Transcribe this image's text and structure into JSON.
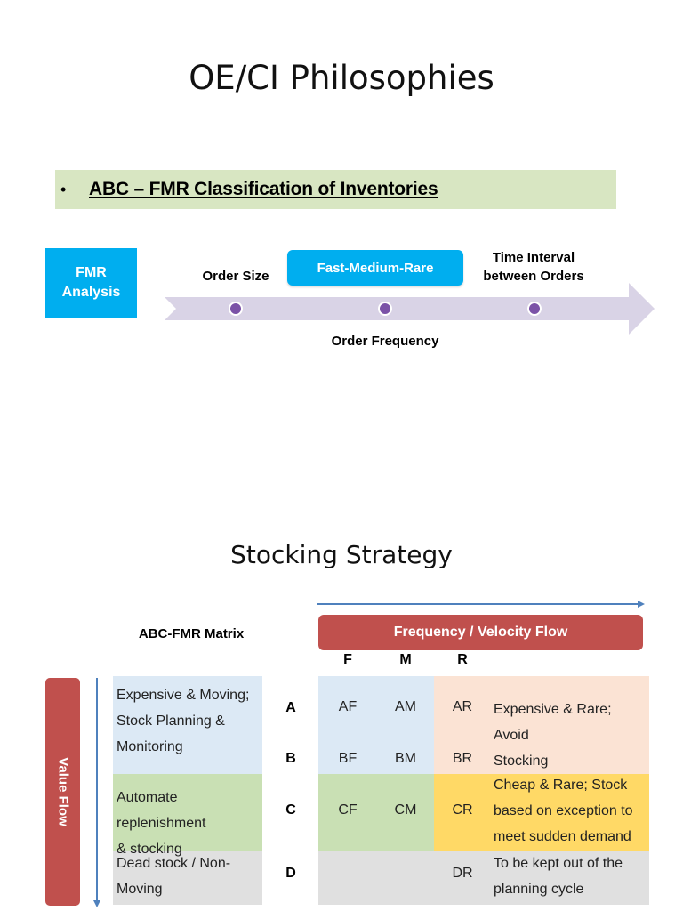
{
  "slide": {
    "title": "OE/CI Philosophies",
    "bullet": "ABC – FMR Classification of Inventories"
  },
  "fmr_diagram": {
    "box_label_line1": "FMR",
    "box_label_line2": "Analysis",
    "order_size": "Order Size",
    "pill": "Fast-Medium-Rare",
    "time_interval_line1": "Time Interval",
    "time_interval_line2": "between Orders",
    "order_frequency": "Order Frequency",
    "colors": {
      "box": "#00aeef",
      "arrow": "#d9d3e6",
      "dot": "#7b52a7"
    }
  },
  "stocking": {
    "title": "Stocking Strategy",
    "matrix_label": "ABC-FMR Matrix",
    "freq_flow": "Frequency / Velocity Flow",
    "value_flow": "Value Flow",
    "columns": [
      "F",
      "M",
      "R"
    ],
    "rows": [
      "A",
      "B",
      "C",
      "D"
    ],
    "left_desc": {
      "ab": [
        "Expensive & Moving;",
        "Stock Planning &",
        "Monitoring"
      ],
      "c": [
        "Automate replenishment",
        "& stocking"
      ],
      "d": [
        "Dead stock / Non-",
        "Moving"
      ]
    },
    "codes": {
      "a": [
        "AF",
        "AM",
        "AR"
      ],
      "b": [
        "BF",
        "BM",
        "BR"
      ],
      "c": [
        "CF",
        "CM",
        "CR"
      ],
      "d": [
        "DR"
      ]
    },
    "right_desc": {
      "ab": [
        "Expensive & Rare; Avoid",
        "Stocking"
      ],
      "c": [
        "Cheap & Rare; Stock",
        "based on exception to",
        "meet sudden demand"
      ],
      "d": [
        "To be kept out of the",
        "planning cycle"
      ]
    },
    "colors": {
      "blue": "#dce9f5",
      "peach": "#fbe3d4",
      "green": "#c9e0b4",
      "yellow": "#ffd966",
      "gray": "#e0e0e0",
      "red": "#c0504d",
      "arrow": "#4f81bd"
    }
  }
}
